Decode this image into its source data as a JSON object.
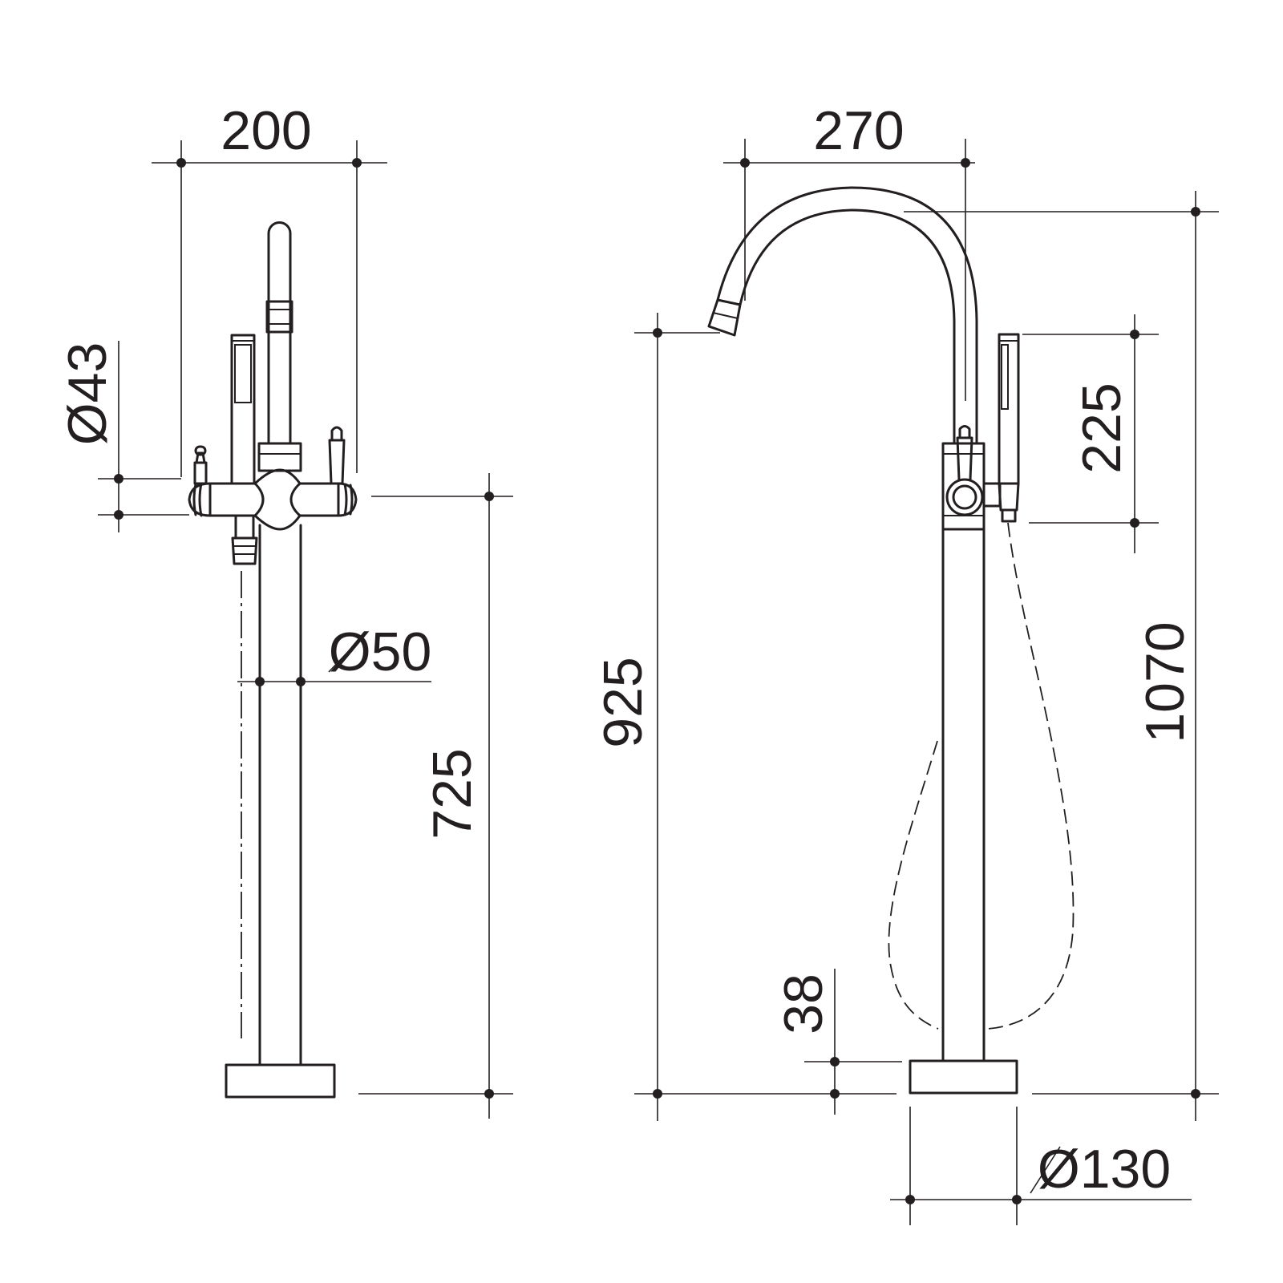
{
  "front_view": {
    "dims": {
      "overall_width": "200",
      "handle_diameter": "Ø43",
      "body_diameter": "Ø50",
      "handle_height": "725"
    }
  },
  "side_view": {
    "dims": {
      "spout_reach": "270",
      "spout_height": "925",
      "overall_height": "1070",
      "handshower_length": "225",
      "base_height": "38",
      "base_diameter": "Ø130"
    }
  },
  "colors": {
    "line": "#231f20",
    "background": "#ffffff"
  }
}
